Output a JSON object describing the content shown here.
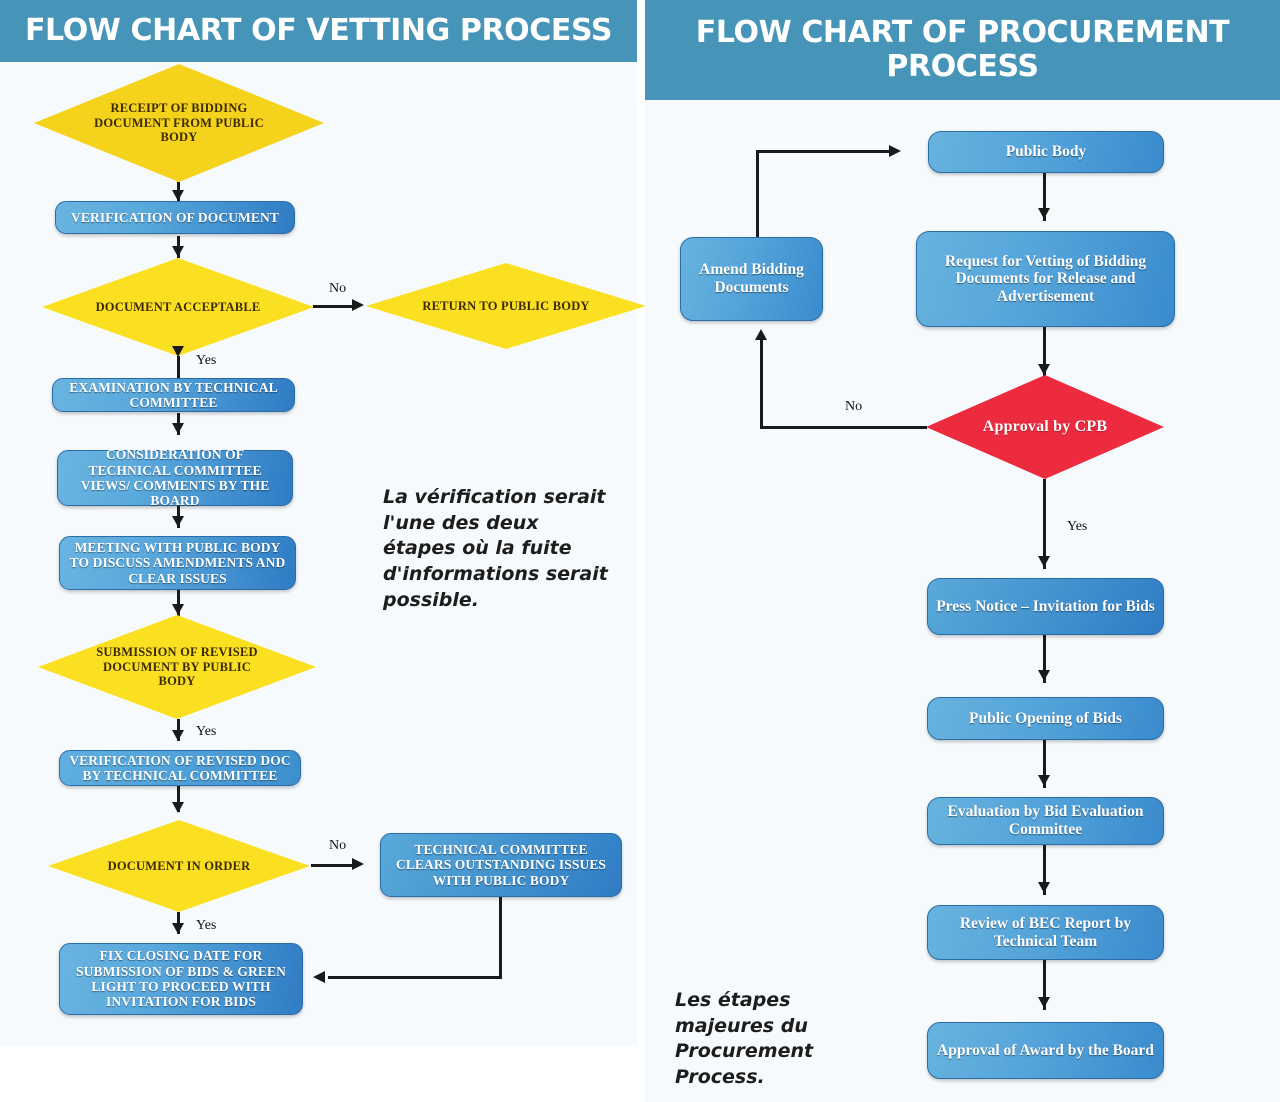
{
  "panels": {
    "left": {
      "header": "FLOW CHART OF VETTING PROCESS",
      "note": "La vérification serait l'une des deux étapes où la fuite d'informations serait possible.",
      "nodes": {
        "receipt": "RECEIPT OF BIDDING DOCUMENT FROM PUBLIC BODY",
        "verification": "VERIFICATION OF DOCUMENT",
        "acceptable": "DOCUMENT ACCEPTABLE",
        "return_pb": "RETURN TO PUBLIC BODY",
        "examination": "EXAMINATION BY TECHNICAL COMMITTEE",
        "consideration": "CONSIDERATION OF TECHNICAL COMMITTEE VIEWS/ COMMENTS BY THE BOARD",
        "meeting": "MEETING WITH PUBLIC BODY TO DISCUSS AMENDMENTS AND CLEAR ISSUES",
        "submission": "SUBMISSION OF REVISED DOCUMENT BY PUBLIC BODY",
        "verif_revised": "VERIFICATION OF REVISED DOC BY TECHNICAL COMMITTEE",
        "in_order": "DOCUMENT IN ORDER",
        "tc_clears": "TECHNICAL COMMITTEE CLEARS OUTSTANDING ISSUES WITH PUBLIC BODY",
        "fix_closing": "FIX CLOSING DATE FOR SUBMISSION OF BIDS & GREEN LIGHT TO PROCEED WITH INVITATION FOR BIDS"
      },
      "edges": {
        "no_1": "No",
        "yes_1": "Yes",
        "yes_2": "Yes",
        "no_2": "No",
        "yes_3": "Yes"
      }
    },
    "right": {
      "header": "FLOW CHART OF PROCUREMENT PROCESS",
      "note": "Les étapes majeures du Procurement Process.",
      "nodes": {
        "public_body": "Public Body",
        "amend": "Amend Bidding Documents",
        "request_vetting": "Request for Vetting of Bidding Documents for Release and Advertisement",
        "approval_cpb": "Approval by CPB",
        "press_notice": "Press Notice – Invitation for Bids",
        "public_opening": "Public Opening of Bids",
        "evaluation": "Evaluation by Bid Evaluation Committee",
        "review_bec": "Review of BEC Report by Technical Team",
        "approval_award": "Approval of Award by the Board"
      },
      "edges": {
        "no_1": "No",
        "yes_1": "Yes"
      }
    }
  },
  "colors": {
    "header_blue": "#4694b8",
    "panel_bg": "#f6fafc",
    "box_blue_light": "#69b4e0",
    "box_blue_dark": "#2f7cc4",
    "diamond_yellow": "#fbe022",
    "diamond_gold": "#f5d31d",
    "diamond_red": "#ec2b3f",
    "connector": "#1a1a1a"
  }
}
